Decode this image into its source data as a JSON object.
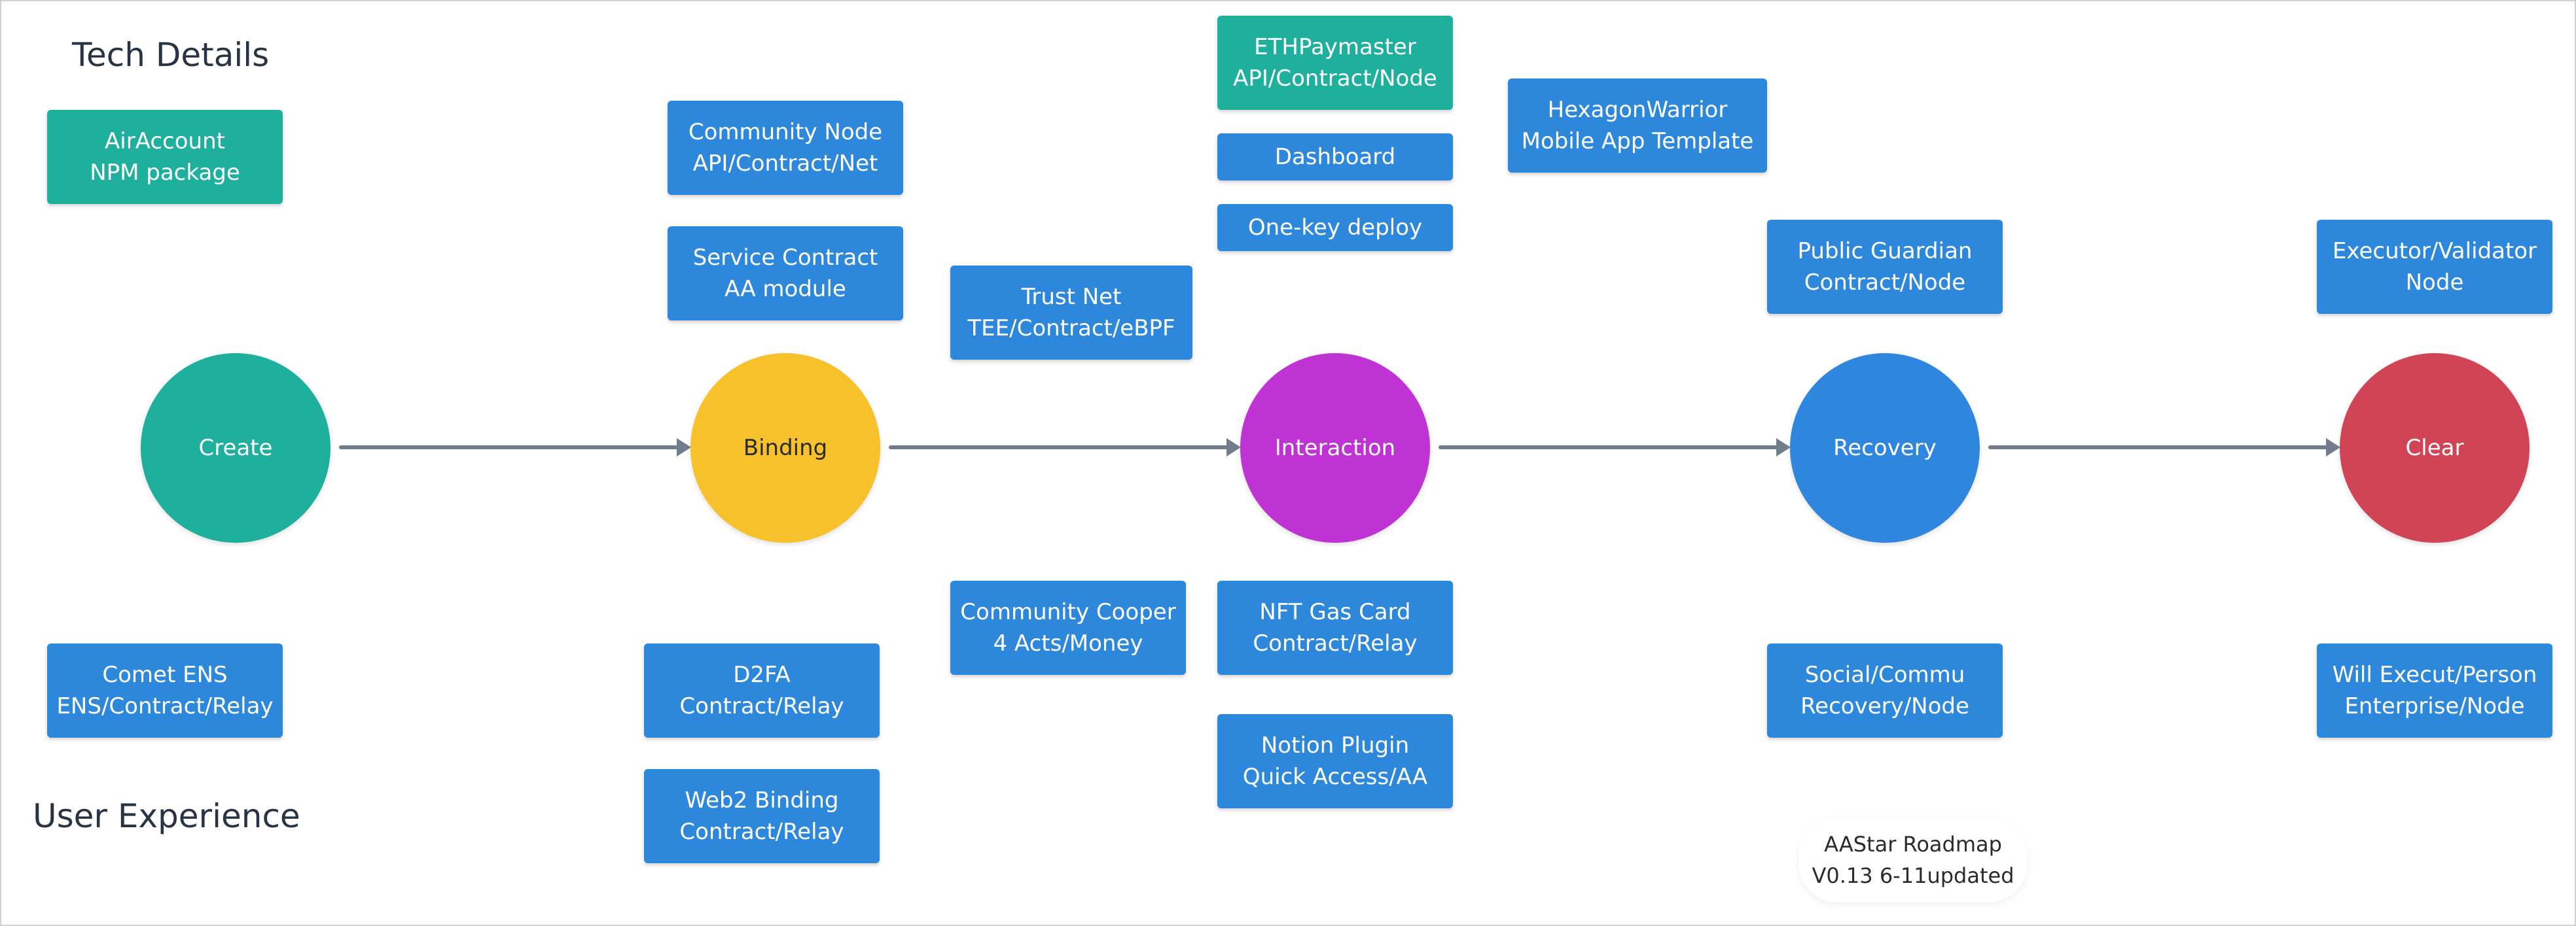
{
  "colors": {
    "teal": "#1faf9d",
    "blue": "#2d88dc",
    "yellow": "#f7c12b",
    "purple": "#bf32d3",
    "recovery_blue": "#2f86df",
    "red": "#d04455",
    "arrow": "#6f7d8d"
  },
  "labels": {
    "tech_details": "Tech Details",
    "user_experience": "User Experience"
  },
  "stages": [
    "Create",
    "Binding",
    "Interaction",
    "Recovery",
    "Clear"
  ],
  "boxes": {
    "airaccount": [
      "AirAccount",
      "NPM package"
    ],
    "community_node": [
      "Community Node",
      "API/Contract/Net"
    ],
    "service_contract": [
      "Service Contract",
      "AA module"
    ],
    "trust_net": [
      "Trust Net",
      "TEE/Contract/eBPF"
    ],
    "ethpaymaster": [
      "ETHPaymaster",
      "API/Contract/Node"
    ],
    "dashboard": [
      "Dashboard"
    ],
    "one_key_deploy": [
      "One-key deploy"
    ],
    "hexagonwarrior": [
      "HexagonWarrior",
      "Mobile App Template"
    ],
    "public_guardian": [
      "Public Guardian",
      "Contract/Node"
    ],
    "executor_validator": [
      "Executor/Validator",
      "Node"
    ],
    "comet_ens": [
      "Comet ENS",
      "ENS/Contract/Relay"
    ],
    "d2fa": [
      "D2FA",
      "Contract/Relay"
    ],
    "web2_binding": [
      "Web2 Binding",
      "Contract/Relay"
    ],
    "community_cooper": [
      "Community Cooper",
      "4 Acts/Money"
    ],
    "nft_gas_card": [
      "NFT Gas Card",
      "Contract/Relay"
    ],
    "notion_plugin": [
      "Notion Plugin",
      "Quick Access/AA"
    ],
    "social_commu": [
      "Social/Commu",
      "Recovery/Node"
    ],
    "will_execut": [
      "Will Execut/Person",
      "Enterprise/Node"
    ]
  },
  "roadmap_note": [
    "AAStar Roadmap",
    "V0.13 6-11updated"
  ]
}
